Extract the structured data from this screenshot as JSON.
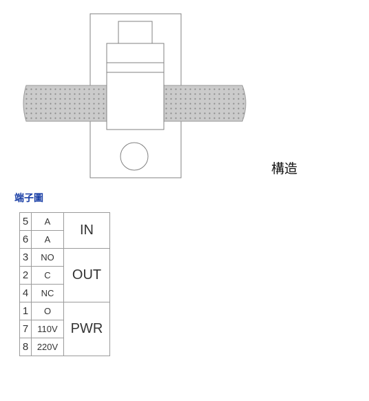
{
  "structure_label": "構造",
  "terminal_title": "端子圖",
  "terminals": [
    {
      "num": "5",
      "pin": "A"
    },
    {
      "num": "6",
      "pin": "A"
    },
    {
      "num": "3",
      "pin": "NO"
    },
    {
      "num": "2",
      "pin": "C"
    },
    {
      "num": "4",
      "pin": "NC"
    },
    {
      "num": "1",
      "pin": "O"
    },
    {
      "num": "7",
      "pin": "110V"
    },
    {
      "num": "8",
      "pin": "220V"
    }
  ],
  "groups": [
    "IN",
    "OUT",
    "PWR"
  ],
  "colors": {
    "title": "#1a3fa6",
    "pipe": "#c9c9c9",
    "line": "#808080"
  }
}
